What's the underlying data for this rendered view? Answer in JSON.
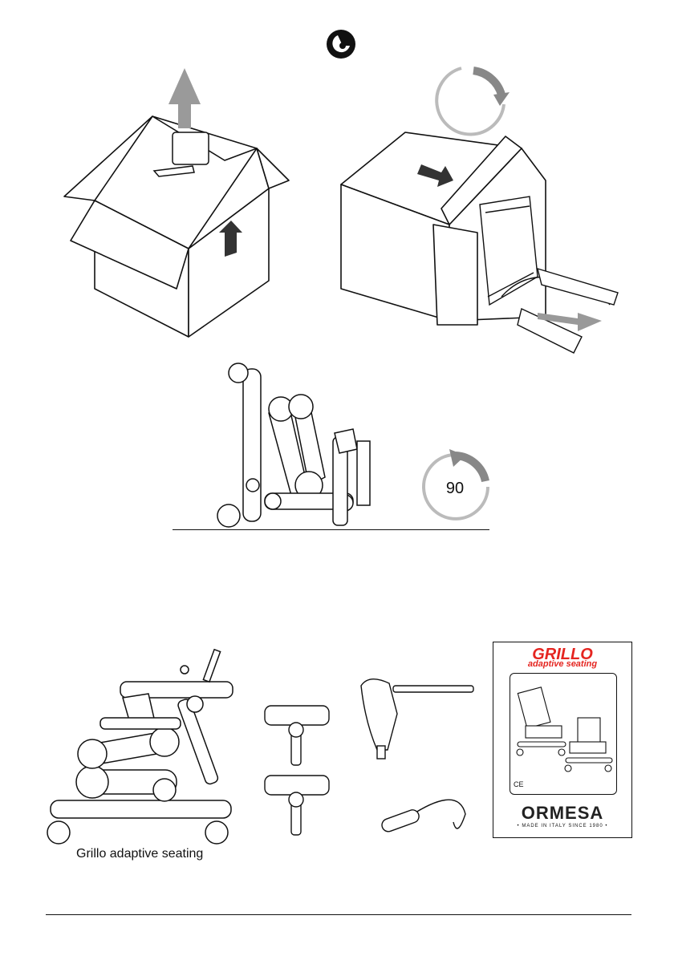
{
  "rotation_label": "90",
  "product_caption": "Grillo adaptive seating",
  "manual_cover": {
    "title": "GRILLO",
    "subtitle": "adaptive seating",
    "ce_mark": "CE",
    "brand": "ORMESA",
    "tagline": "• MADE IN ITALY SINCE 1980 •"
  },
  "icons": {
    "header": "unpacking-icon",
    "lift_arrow": "arrow-up-icon",
    "rotate_cw": "rotate-clockwise-icon",
    "rotate_ccw": "rotate-counterclockwise-icon"
  }
}
